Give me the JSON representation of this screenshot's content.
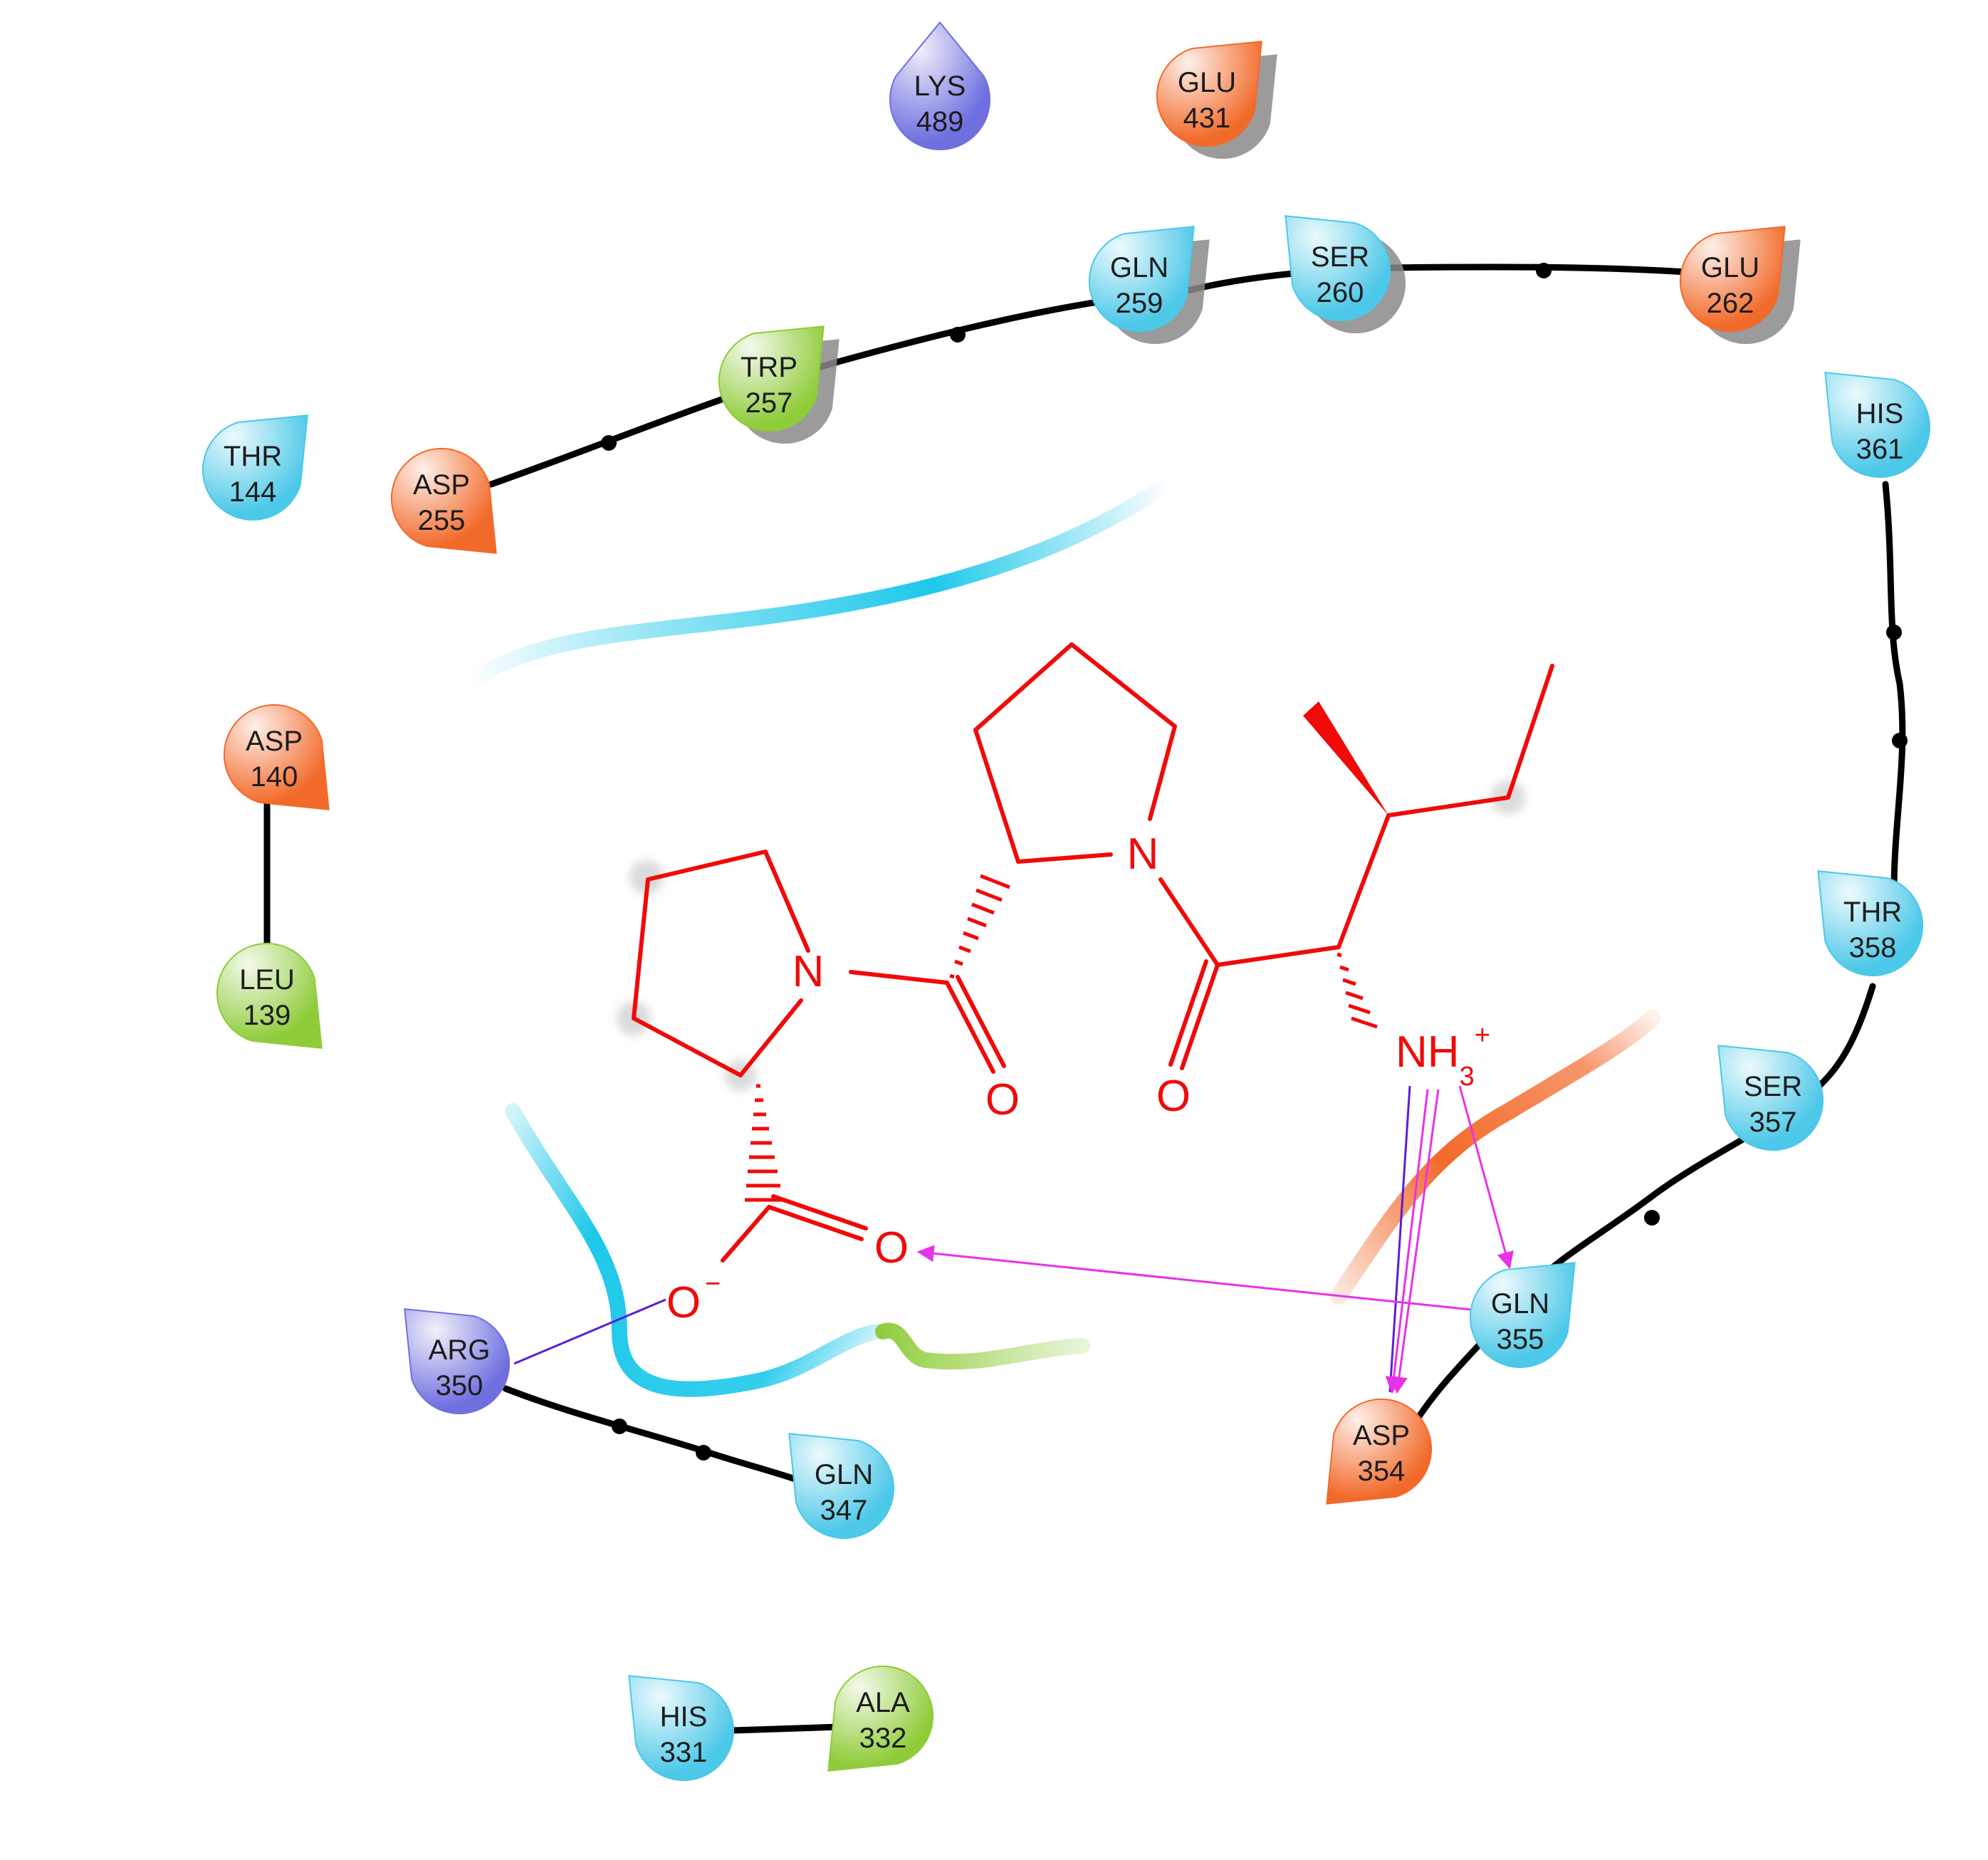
{
  "residues": [
    {
      "id": "lys489",
      "name": "LYS",
      "num": "489",
      "type": "positive",
      "shadow": false
    },
    {
      "id": "glu431",
      "name": "GLU",
      "num": "431",
      "type": "negative",
      "shadow": true
    },
    {
      "id": "gln259",
      "name": "GLN",
      "num": "259",
      "type": "polar",
      "shadow": true
    },
    {
      "id": "ser260",
      "name": "SER",
      "num": "260",
      "type": "polar",
      "shadow": true
    },
    {
      "id": "glu262",
      "name": "GLU",
      "num": "262",
      "type": "negative",
      "shadow": true
    },
    {
      "id": "trp257",
      "name": "TRP",
      "num": "257",
      "type": "hydrophobic",
      "shadow": true
    },
    {
      "id": "asp255",
      "name": "ASP",
      "num": "255",
      "type": "negative",
      "shadow": false
    },
    {
      "id": "thr144",
      "name": "THR",
      "num": "144",
      "type": "polar",
      "shadow": false
    },
    {
      "id": "his361",
      "name": "HIS",
      "num": "361",
      "type": "polar",
      "shadow": false
    },
    {
      "id": "asp140",
      "name": "ASP",
      "num": "140",
      "type": "negative",
      "shadow": false
    },
    {
      "id": "leu139",
      "name": "LEU",
      "num": "139",
      "type": "hydrophobic",
      "shadow": false
    },
    {
      "id": "thr358",
      "name": "THR",
      "num": "358",
      "type": "polar",
      "shadow": false
    },
    {
      "id": "ser357",
      "name": "SER",
      "num": "357",
      "type": "polar",
      "shadow": false
    },
    {
      "id": "gln355",
      "name": "GLN",
      "num": "355",
      "type": "polar",
      "shadow": false
    },
    {
      "id": "arg350",
      "name": "ARG",
      "num": "350",
      "type": "positive",
      "shadow": false
    },
    {
      "id": "asp354",
      "name": "ASP",
      "num": "354",
      "type": "negative",
      "shadow": false
    },
    {
      "id": "gln347",
      "name": "GLN",
      "num": "347",
      "type": "polar",
      "shadow": false
    },
    {
      "id": "his331",
      "name": "HIS",
      "num": "331",
      "type": "polar",
      "shadow": false
    },
    {
      "id": "ala332",
      "name": "ALA",
      "num": "332",
      "type": "hydrophobic",
      "shadow": false
    }
  ],
  "residue_colors": {
    "polar": "#4cc8e8",
    "negative": "#f26a2a",
    "positive": "#6f6fe0",
    "hydrophobic": "#8fcc3a"
  },
  "ligand_atoms": {
    "n_left": "N",
    "n_mid": "N",
    "o_carbonyl_left": "O",
    "o_carbonyl_right": "O",
    "o_carboxyl": "O",
    "o_carboxylate": "O",
    "o_carboxylate_charge": "−",
    "amine": "NH",
    "amine_sub": "3",
    "amine_charge": "+"
  },
  "colors": {
    "ligand": "#f00a0a",
    "backbone": "#000000",
    "hbond_sidechain": "#e832e8",
    "salt_bridge": "#5a1fd6",
    "pocket_polar": "#1ec8ea",
    "pocket_charged": "#f26a2a",
    "pocket_hydrophobic": "#8fcc3a"
  }
}
